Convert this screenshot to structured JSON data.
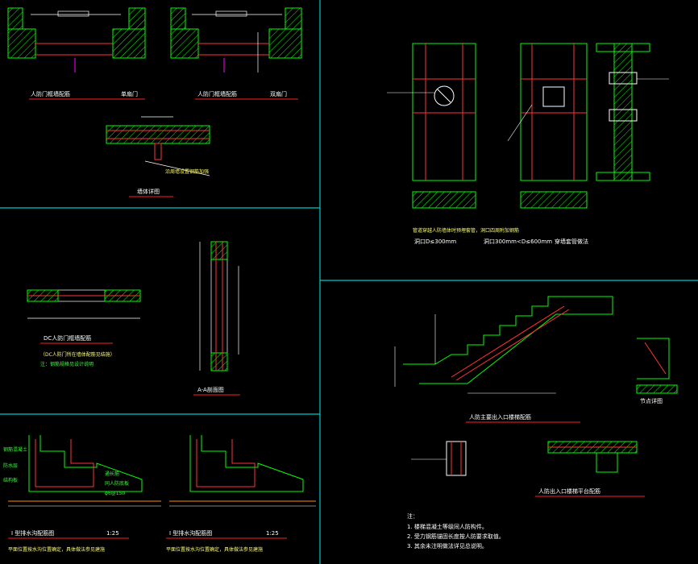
{
  "colors": {
    "background": "#000000",
    "frame": "#00c8c8",
    "concrete": "#00ff00",
    "rebar": "#ff3333",
    "dimension": "#ffffff",
    "note": "#ffff66",
    "title_underline": "#ff2020"
  },
  "panels": {
    "tl": {
      "a_title": "人防门框墙配筋",
      "a_tag": "单扇门",
      "b_title": "人防门框墙配筋",
      "b_tag": "双扇门",
      "c_title": "墙体详图",
      "c_note": "沿周墙设置钢筋加强"
    },
    "ml": {
      "a_title": "DC人防门框墙配筋",
      "a_note1": "（DC人防门所在墙体配筋见结施）",
      "a_note2": "注：钢筋规格见设计说明",
      "b_title": "A-A剖面图"
    },
    "bl": {
      "a_title": "I 型排水沟配筋图",
      "a_scale": "1:25",
      "a_note": "平面位置按水沟位置确定，具体做法参见建施",
      "b_title": "I 型排水沟配筋图",
      "b_scale": "1:25",
      "b_note": "平面位置按水沟位置确定，具体做法参见建施",
      "labels": [
        "钢筋混凝土",
        "防水层",
        "结构板",
        "通长筋",
        "同人防底板",
        "φ6@150"
      ]
    },
    "tr": {
      "a_title": "洞口D≤300mm",
      "b_title": "洞口300mm<D≤600mm",
      "c_title": "穿墙套管做法",
      "note": "管道穿越人防墙体时预埋套管，洞口四周附加钢筋"
    },
    "br": {
      "a_title": "人防主要出入口楼梯配筋",
      "b_title": "节点详图",
      "c_title": "人防出入口楼梯平台配筋",
      "notes": [
        "注：",
        "1. 楼梯混凝土等级同人防构件。",
        "2. 受力钢筋锚固长度按人防要求取值。",
        "3. 其余未注明做法详见总说明。"
      ]
    }
  }
}
